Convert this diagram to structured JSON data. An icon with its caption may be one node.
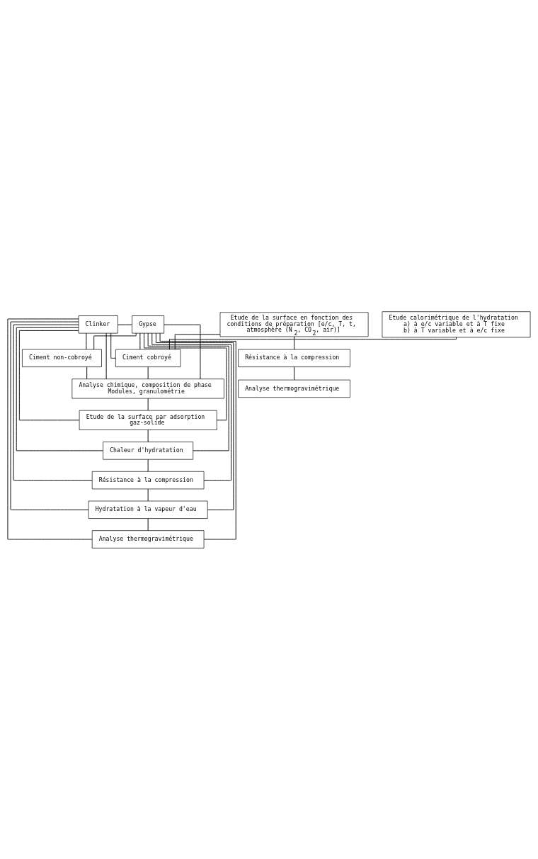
{
  "diagram": {
    "nodes": [
      {
        "text": [
          "Clinker"
        ]
      },
      {
        "text": [
          "Gypse"
        ]
      },
      {
        "text": [
          "Ciment cobroyé"
        ]
      },
      {
        "text": [
          "Ciment non-cobroyé"
        ]
      },
      {
        "text": [
          "Analyse chimique, composition de phase",
          "Modules, granulométrie"
        ]
      },
      {
        "text": [
          "Etude de la surface par adsorption gaz-solide"
        ]
      },
      {
        "text": [
          "Chaleur d'hydratation"
        ]
      },
      {
        "text": [
          "Résistance à la compression"
        ]
      },
      {
        "text": [
          "Hydratation à la vapeur d'eau"
        ]
      },
      {
        "text": [
          "Analyse thermogravimétrique"
        ]
      },
      {
        "text": [
          "Etude de la surface en fonction des conditions de préparation [e/c, T, t, atmosphère (N$_{2}$, CO$_{2}$, air)]"
        ]
      },
      {
        "text": [
          "Résistance à la compression"
        ]
      },
      {
        "text": [
          "Analyse thermogravimétrique"
        ]
      },
      {
        "text": [
          "Etude calorimétrique de l'hydratation",
          "a) à e/c variable et à T fixe",
          "b) à T variable et à e/c fixe"
        ]
      }
    ],
    "edges": [
      {
        "from": 0,
        "to": 1,
        "arrow": "none"
      },
      {
        "from": 0,
        "to": 2,
        "arrow": "none"
      },
      {
        "from": 0,
        "to": 3,
        "arrow": "none"
      },
      {
        "from": 1,
        "to": 2,
        "arrow": "none"
      },
      {
        "from": 1,
        "to": 3,
        "arrow": "none"
      },
      {
        "from": 2,
        "to": 4,
        "arrow": "none"
      },
      {
        "from": 3,
        "to": 4,
        "arrow": "none"
      },
      {
        "from": 4,
        "to": 5,
        "arrow": "none"
      },
      {
        "from": 5,
        "to": 6,
        "arrow": "none"
      },
      {
        "from": 6,
        "to": 7,
        "arrow": "none"
      },
      {
        "from": 7,
        "to": 8,
        "arrow": "none"
      },
      {
        "from": 8,
        "to": 9,
        "arrow": "none"
      },
      {
        "from": 0,
        "to": 4,
        "arrow": "none"
      },
      {
        "from": 0,
        "to": 5,
        "arrow": "none"
      },
      {
        "from": 0,
        "to": 6,
        "arrow": "none"
      },
      {
        "from": 0,
        "to": 7,
        "arrow": "none"
      },
      {
        "from": 0,
        "to": 8,
        "arrow": "none"
      },
      {
        "from": 0,
        "to": 9,
        "arrow": "none"
      },
      {
        "from": 1,
        "to": 4,
        "arrow": "none"
      },
      {
        "from": 1,
        "to": 5,
        "arrow": "none"
      },
      {
        "from": 1,
        "to": 6,
        "arrow": "none"
      },
      {
        "from": 1,
        "to": 7,
        "arrow": "none"
      },
      {
        "from": 1,
        "to": 8,
        "arrow": "none"
      },
      {
        "from": 1,
        "to": 9,
        "arrow": "none"
      },
      {
        "from": 2,
        "to": 10,
        "arrow": "none"
      },
      {
        "from": 2,
        "to": 13,
        "arrow": "none"
      },
      {
        "from": 10,
        "to": 11,
        "arrow": "none"
      },
      {
        "from": 11,
        "to": 12,
        "arrow": "none"
      }
    ]
  }
}
